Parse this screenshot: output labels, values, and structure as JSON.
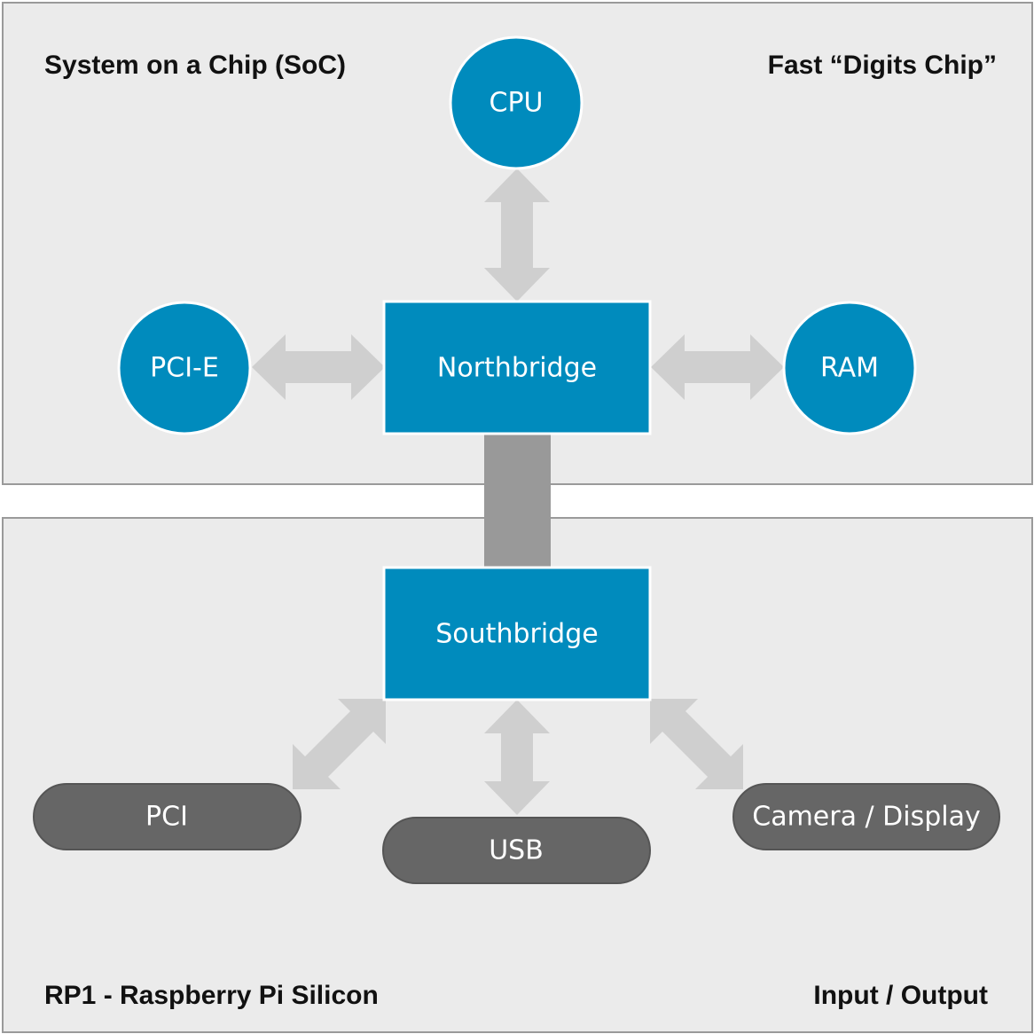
{
  "panels": {
    "soc": {
      "title": "System on a Chip (SoC)",
      "subtitle": "Fast “Digits Chip”"
    },
    "rp1": {
      "title": "RP1 - Raspberry Pi Silicon",
      "subtitle": "Input / Output"
    }
  },
  "nodes": {
    "cpu": "CPU",
    "pcie": "PCI-E",
    "ram": "RAM",
    "northbridge": "Northbridge",
    "southbridge": "Southbridge",
    "pci": "PCI",
    "usb": "USB",
    "camera_display": "Camera / Display"
  },
  "colors": {
    "panel_background": "#ebebeb",
    "node_blue": "#008bbd",
    "pill_gray": "#666666",
    "arrow_gray": "#cfcfcf",
    "bus_gray": "#999999"
  }
}
